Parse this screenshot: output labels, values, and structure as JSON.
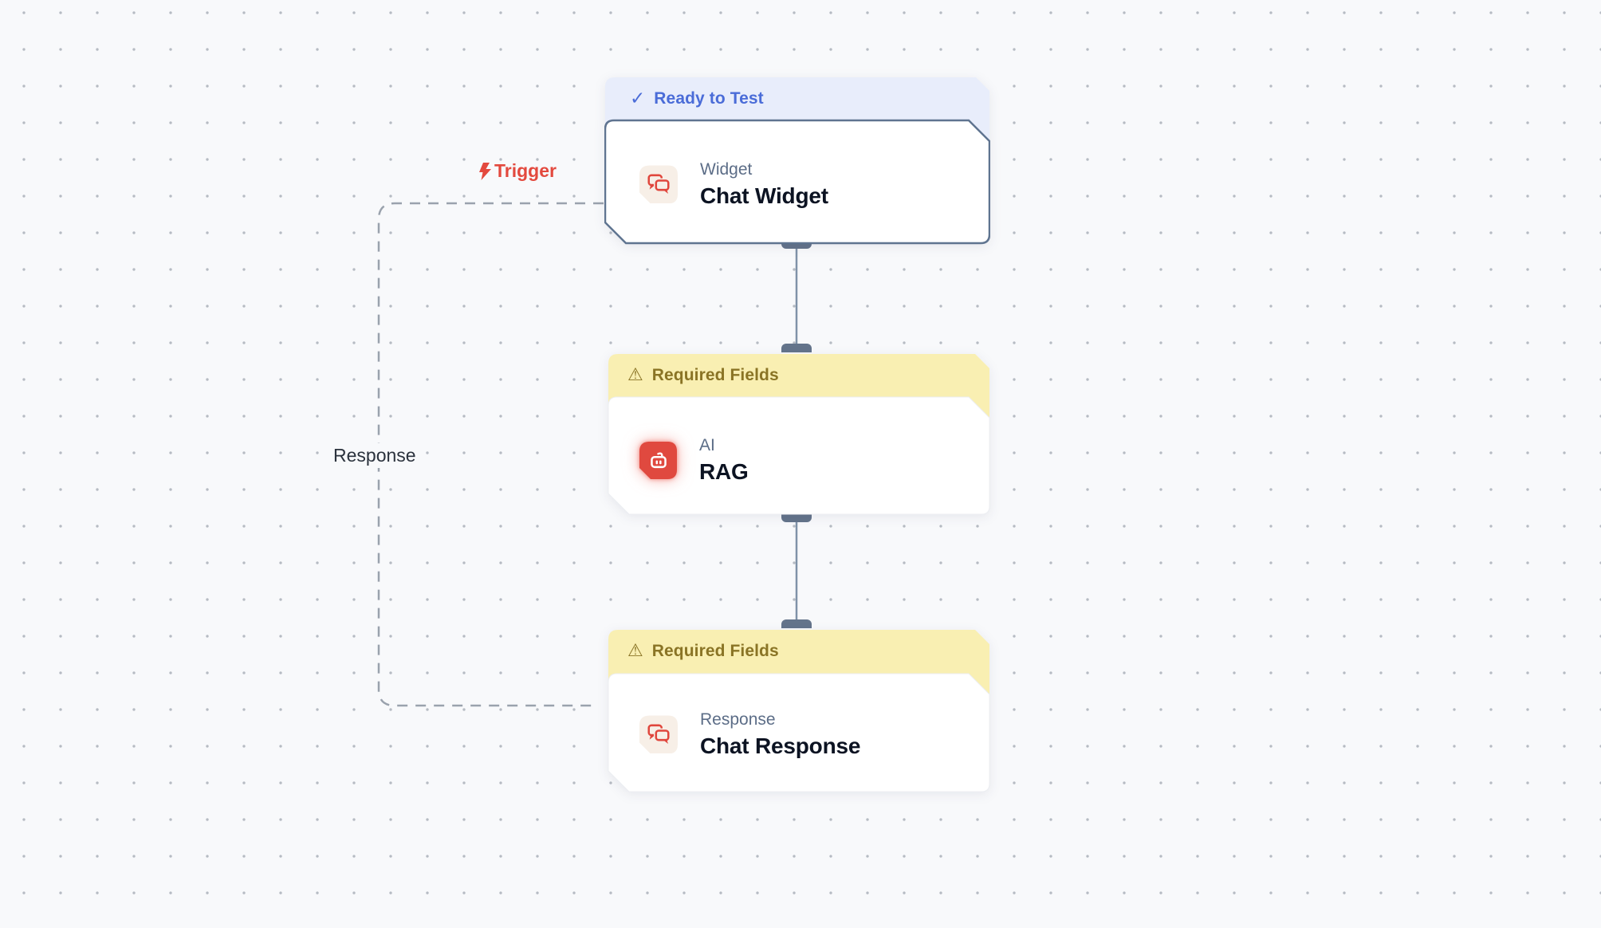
{
  "canvas": {
    "background_color": "#f8f9fb",
    "dot_color": "#b6bbc3"
  },
  "edge_labels": {
    "trigger": "Trigger",
    "response": "Response"
  },
  "icons": {
    "check": "✓",
    "warning": "⚠"
  },
  "colors": {
    "accent_red": "#e3493e",
    "ready_badge_bg": "#e8edfb",
    "ready_badge_text": "#4a6cd8",
    "warning_badge_bg": "#f9efb2",
    "warning_badge_text": "#8a7425",
    "selected_node_border": "#5f7490",
    "edge_line": "#7f92a8",
    "handle": "#64748b",
    "dashed_edge": "#9aa2ad"
  },
  "nodes": [
    {
      "status_label": "Ready to Test",
      "status_icon": "check-icon",
      "category": "Widget",
      "title": "Chat Widget",
      "icon": "chat-bubbles-icon",
      "selected": true
    },
    {
      "status_label": "Required Fields",
      "status_icon": "warning-icon",
      "category": "AI",
      "title": "RAG",
      "icon": "robot-icon",
      "selected": false
    },
    {
      "status_label": "Required Fields",
      "status_icon": "warning-icon",
      "category": "Response",
      "title": "Chat Response",
      "icon": "chat-bubbles-icon",
      "selected": false
    }
  ]
}
